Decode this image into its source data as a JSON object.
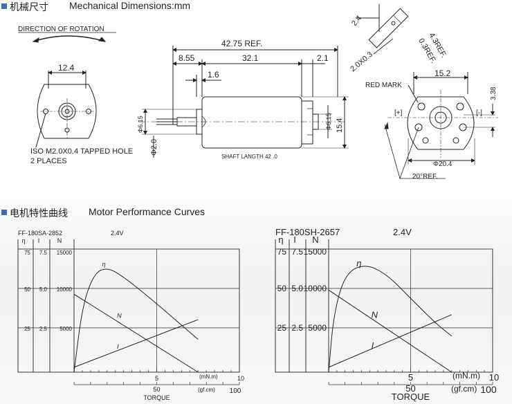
{
  "section1": {
    "title_cn": "机械尺寸",
    "title_en": "Mechanical Dimensions:mm"
  },
  "front_view": {
    "direction_label": "DIRECTION OF ROTATION",
    "width_dim": "12.4",
    "hole_note_1": "ISO M2.0X0.4 TAPPED HOLE",
    "hole_note_2": "2 PLACES"
  },
  "side_view": {
    "total_length": "42.75 REF.",
    "dim_855": "8.55",
    "dim_321": "32.1",
    "dim_21": "2.1",
    "dim_16": "1.6",
    "dim_615_left": "Φ6.15",
    "dim_20": "Φ2.0",
    "dim_615_right": "Φ6.15",
    "dim_154": "15.4",
    "shaft_length": "SHAFT LANGTH 42  .0"
  },
  "top_right_view": {
    "dim_24": "2.4",
    "dim_43": "4.3REF.",
    "dim_03": "0.3REF.",
    "dim_20x03": "2.0X0.3"
  },
  "rear_view": {
    "red_mark": "RED MARK",
    "dim_152": "15.2",
    "dim_338": "3.38",
    "plus": "[+]",
    "minus": "[-]",
    "dim_204": "Φ20.4",
    "angle": "20°REF."
  },
  "section2": {
    "title_cn": "电机特性曲线",
    "title_en": "Motor Performance Curves"
  },
  "chart_data": [
    {
      "type": "line",
      "model": "FF-180SA-2852",
      "voltage": "2.4V",
      "axis_symbols": [
        "η",
        "I",
        "N"
      ],
      "y_axes": {
        "eta": {
          "ticks": [
            "75",
            "50",
            "25"
          ]
        },
        "current": {
          "ticks": [
            "7.5",
            "5.0",
            "2.5"
          ]
        },
        "speed": {
          "ticks": [
            "15000",
            "10000",
            "5000"
          ]
        }
      },
      "x_axis": {
        "mnm_ticks": [
          "5",
          "10"
        ],
        "mnm_unit": "(mN.m)",
        "gfcm_ticks": [
          "50",
          "100"
        ],
        "gfcm_unit": "(gf.cm)",
        "label": "TORQUE",
        "range_mnm": [
          0,
          10
        ]
      },
      "curve_labels": [
        "η",
        "N",
        "I"
      ],
      "series": [
        {
          "name": "η",
          "torque_mnm": [
            0,
            0.5,
            1.2,
            2.0,
            3.0,
            4.5,
            6.0,
            7.5
          ],
          "values": [
            0,
            40,
            60,
            64,
            58,
            46,
            33,
            20
          ]
        },
        {
          "name": "N",
          "torque_mnm": [
            0,
            7.5
          ],
          "values": [
            9500,
            0
          ]
        },
        {
          "name": "I",
          "torque_mnm": [
            0,
            7.5
          ],
          "values": [
            0.3,
            3.2
          ]
        }
      ]
    },
    {
      "type": "line",
      "model": "FF-180SH-2657",
      "voltage": "2.4V",
      "axis_symbols": [
        "η",
        "I",
        "N"
      ],
      "y_axes": {
        "eta": {
          "ticks": [
            "75",
            "50",
            "25"
          ]
        },
        "current": {
          "ticks": [
            "7.5",
            "5.0",
            "2.5"
          ]
        },
        "speed": {
          "ticks": [
            "15000",
            "10000",
            "5000"
          ]
        }
      },
      "x_axis": {
        "mnm_ticks": [
          "5",
          "10"
        ],
        "mnm_unit": "(mN.m)",
        "gfcm_ticks": [
          "50",
          "100"
        ],
        "gfcm_unit": "(gf.cm)",
        "label": "TORQUE",
        "range_mnm": [
          0,
          10
        ]
      },
      "curve_labels": [
        "η",
        "N",
        "I"
      ],
      "series": [
        {
          "name": "η",
          "torque_mnm": [
            0,
            0.3,
            1.0,
            2.2,
            3.5,
            5.0,
            6.5,
            7.5
          ],
          "values": [
            0,
            35,
            60,
            66,
            60,
            45,
            30,
            22
          ]
        },
        {
          "name": "N",
          "torque_mnm": [
            0,
            7.5
          ],
          "values": [
            10000,
            0
          ]
        },
        {
          "name": "I",
          "torque_mnm": [
            0,
            7.5
          ],
          "values": [
            0.3,
            3.5
          ]
        }
      ]
    }
  ]
}
